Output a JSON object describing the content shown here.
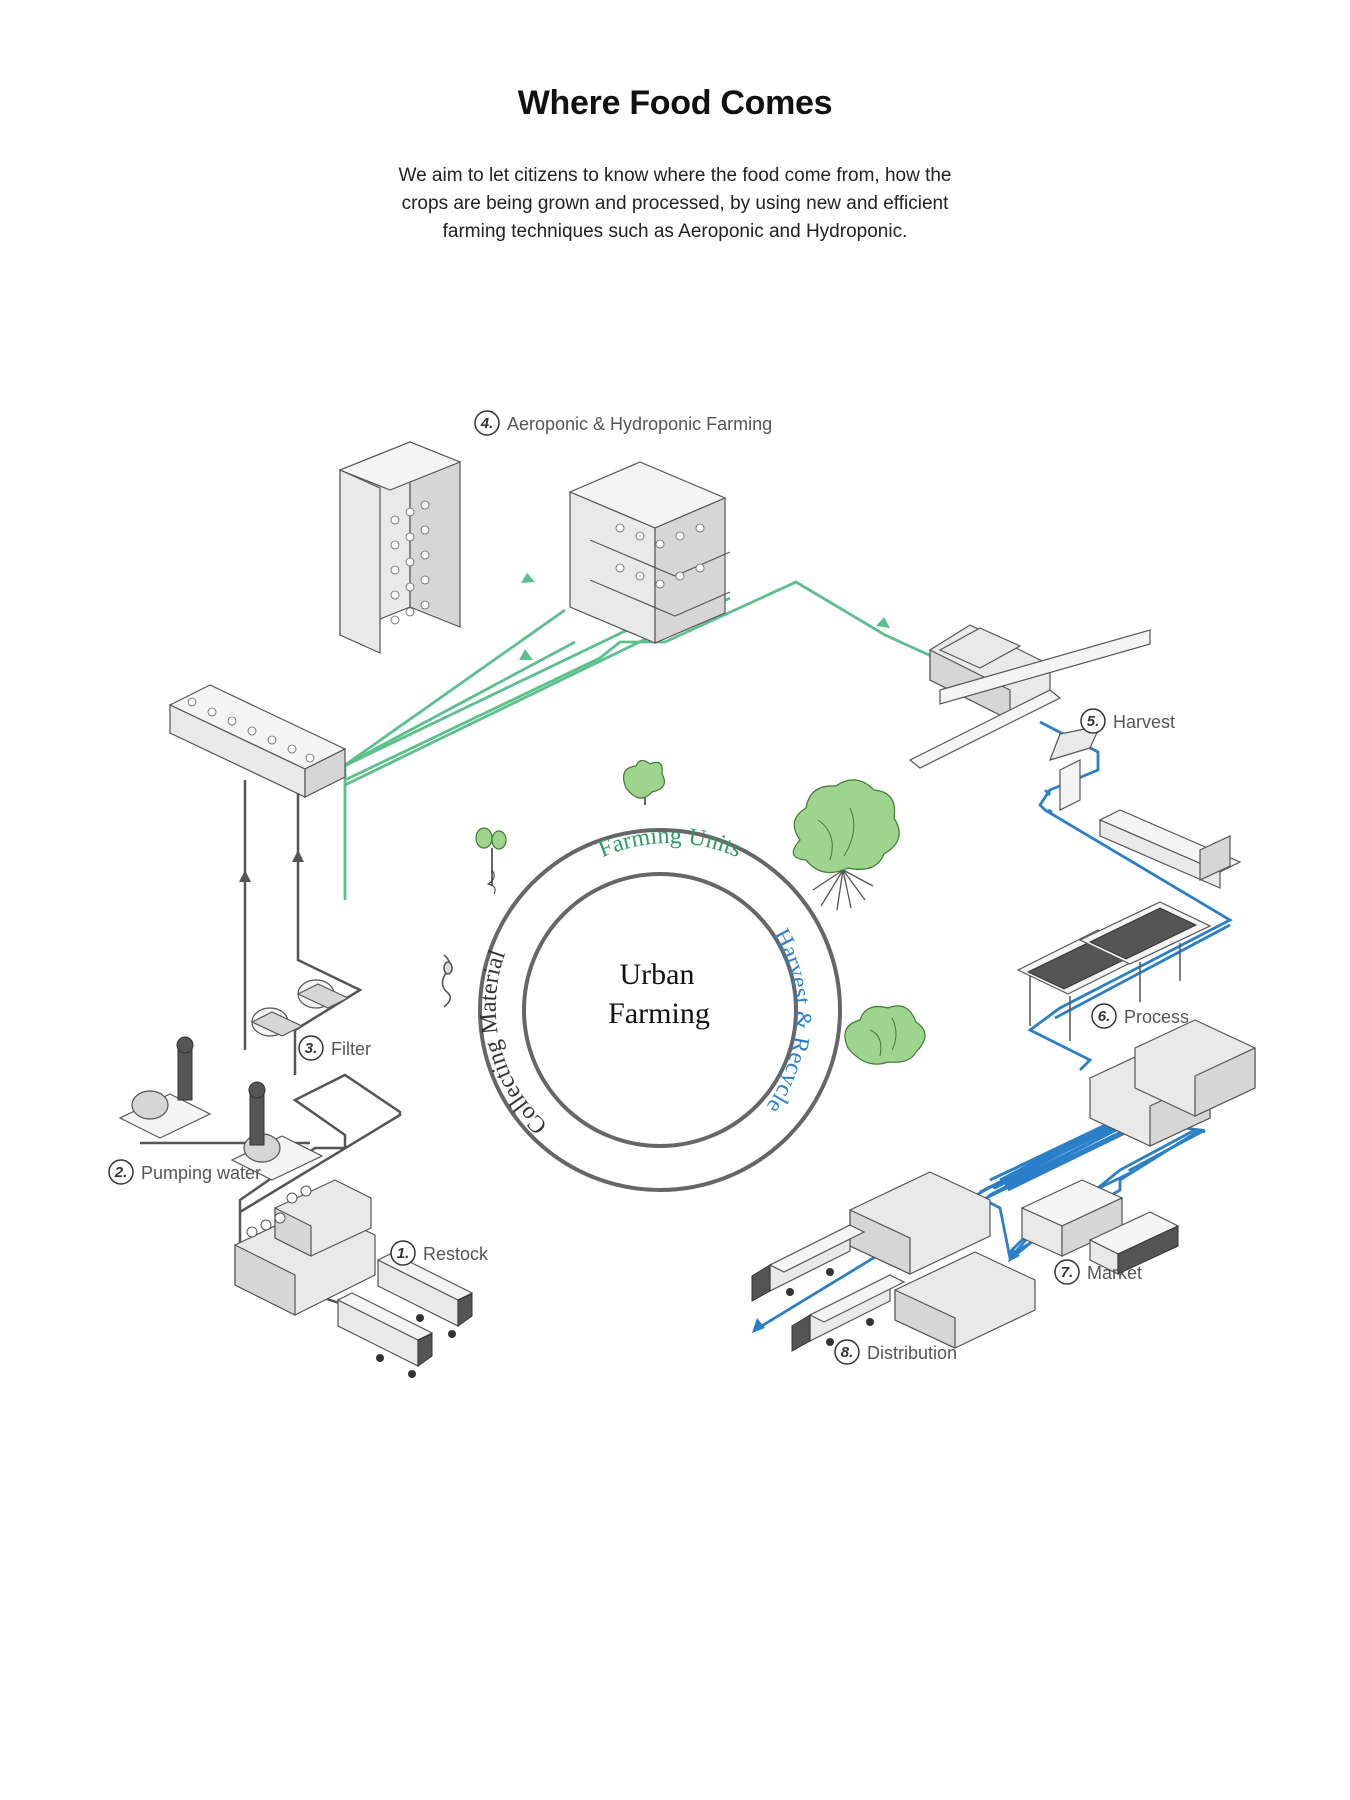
{
  "title": "Where Food Comes",
  "intro": {
    "line1": "We aim to let citizens to know where the food come from, how the",
    "line2": "crops are being grown and processed, by using new and efficient",
    "line3": "farming techniques such as Aeroponic and Hydroponic."
  },
  "hub": {
    "line1": "Urban",
    "line2": "Farming"
  },
  "ring": {
    "farming_units": "Farming Units",
    "harvest_recycle": "Harvest & Recycle",
    "collecting_material": "Collecting Material"
  },
  "steps": [
    {
      "number": "1.",
      "label": "Restock"
    },
    {
      "number": "2.",
      "label": "Pumping water"
    },
    {
      "number": "3.",
      "label": "Filter"
    },
    {
      "number": "4.",
      "label": "Aeroponic & Hydroponic Farming"
    },
    {
      "number": "5.",
      "label": "Harvest"
    },
    {
      "number": "6.",
      "label": "Process"
    },
    {
      "number": "7.",
      "label": "Market"
    },
    {
      "number": "8.",
      "label": "Distribution"
    }
  ],
  "colors": {
    "water_line": "#555555",
    "farming_line": "#5cbf8e",
    "harvest_line": "#2b7fc8",
    "farming_units_text": "#2e9a64",
    "harvest_recycle_text": "#2b7fc8",
    "collecting_text": "#333333",
    "ring": "#666666"
  }
}
